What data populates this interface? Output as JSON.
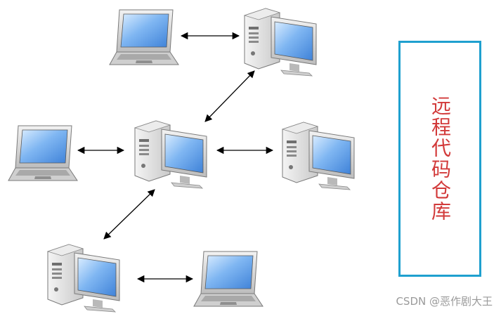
{
  "diagram": {
    "label": "远程代码仓库",
    "label_color": "#d23a3a",
    "box_border_color": "#1fa0cf",
    "watermark": "CSDN @恶作剧大王",
    "nodes": [
      {
        "name": "laptop-top",
        "type": "laptop"
      },
      {
        "name": "desktop-top",
        "type": "desktop"
      },
      {
        "name": "laptop-left",
        "type": "laptop"
      },
      {
        "name": "desktop-center",
        "type": "desktop"
      },
      {
        "name": "desktop-right",
        "type": "desktop"
      },
      {
        "name": "desktop-bottom",
        "type": "desktop"
      },
      {
        "name": "laptop-bottom",
        "type": "laptop"
      }
    ],
    "links": [
      {
        "from": "laptop-top",
        "to": "desktop-top",
        "bidirectional": true
      },
      {
        "from": "desktop-top",
        "to": "desktop-center",
        "bidirectional": true
      },
      {
        "from": "laptop-left",
        "to": "desktop-center",
        "bidirectional": true
      },
      {
        "from": "desktop-center",
        "to": "desktop-right",
        "bidirectional": true
      },
      {
        "from": "desktop-center",
        "to": "desktop-bottom",
        "bidirectional": true
      },
      {
        "from": "desktop-bottom",
        "to": "laptop-bottom",
        "bidirectional": true
      }
    ]
  }
}
